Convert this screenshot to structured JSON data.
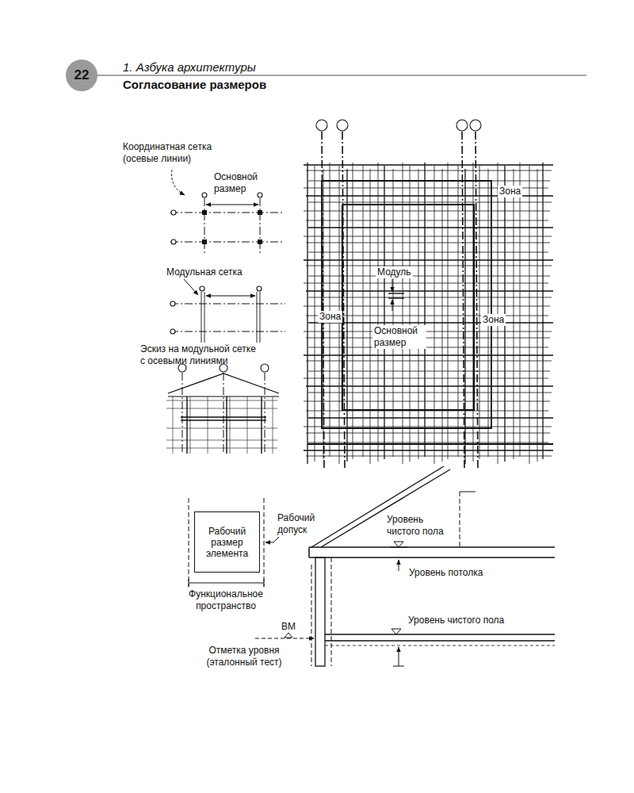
{
  "diagram": {
    "title": "Согласование размеров",
    "nodes": [
      {
        "text": [
          "22"
        ]
      },
      {
        "text": [
          "Рабочий размер элемента"
        ]
      }
    ],
    "labels": [
      "1. Азбука архитектуры",
      "Координатная сетка (осевые линии)",
      "Основной размер",
      "Модульная сетка",
      "Эскиз на модульной сетке с осевыми линиями",
      "Зона",
      "Модуль",
      "Зона",
      "Основной размер",
      "Зона",
      "Рабочий допуск",
      "Уровень чистого пола",
      "Функциональное пространство",
      "Уровень потолка",
      "Уровень чистого пола",
      "BM",
      "Отметка уровня (эталонный тест)"
    ]
  }
}
